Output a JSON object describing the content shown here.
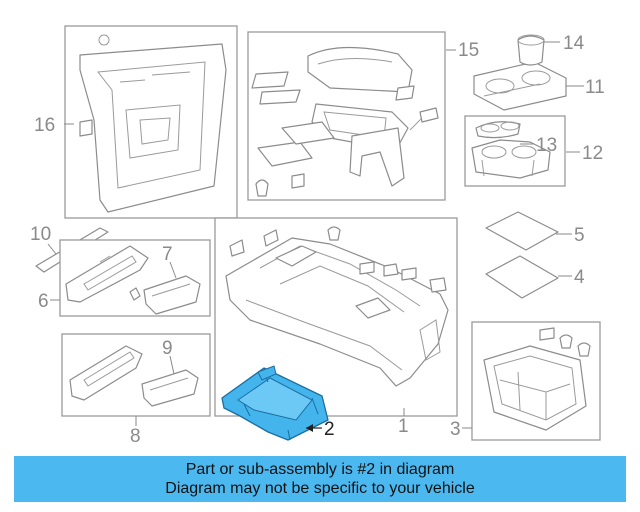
{
  "highlight_color": "#44b4ec",
  "banner": {
    "line1": "Part or sub-assembly is #2 in diagram",
    "line2": "Diagram may not be specific to your vehicle",
    "color": "#4cb8f0"
  },
  "callouts": {
    "c1": "1",
    "c2": "2",
    "c3": "3",
    "c4": "4",
    "c5": "5",
    "c6": "6",
    "c7": "7",
    "c8": "8",
    "c9": "9",
    "c10": "10",
    "c11": "11",
    "c12": "12",
    "c13": "13",
    "c14": "14",
    "c15": "15",
    "c16": "16"
  }
}
